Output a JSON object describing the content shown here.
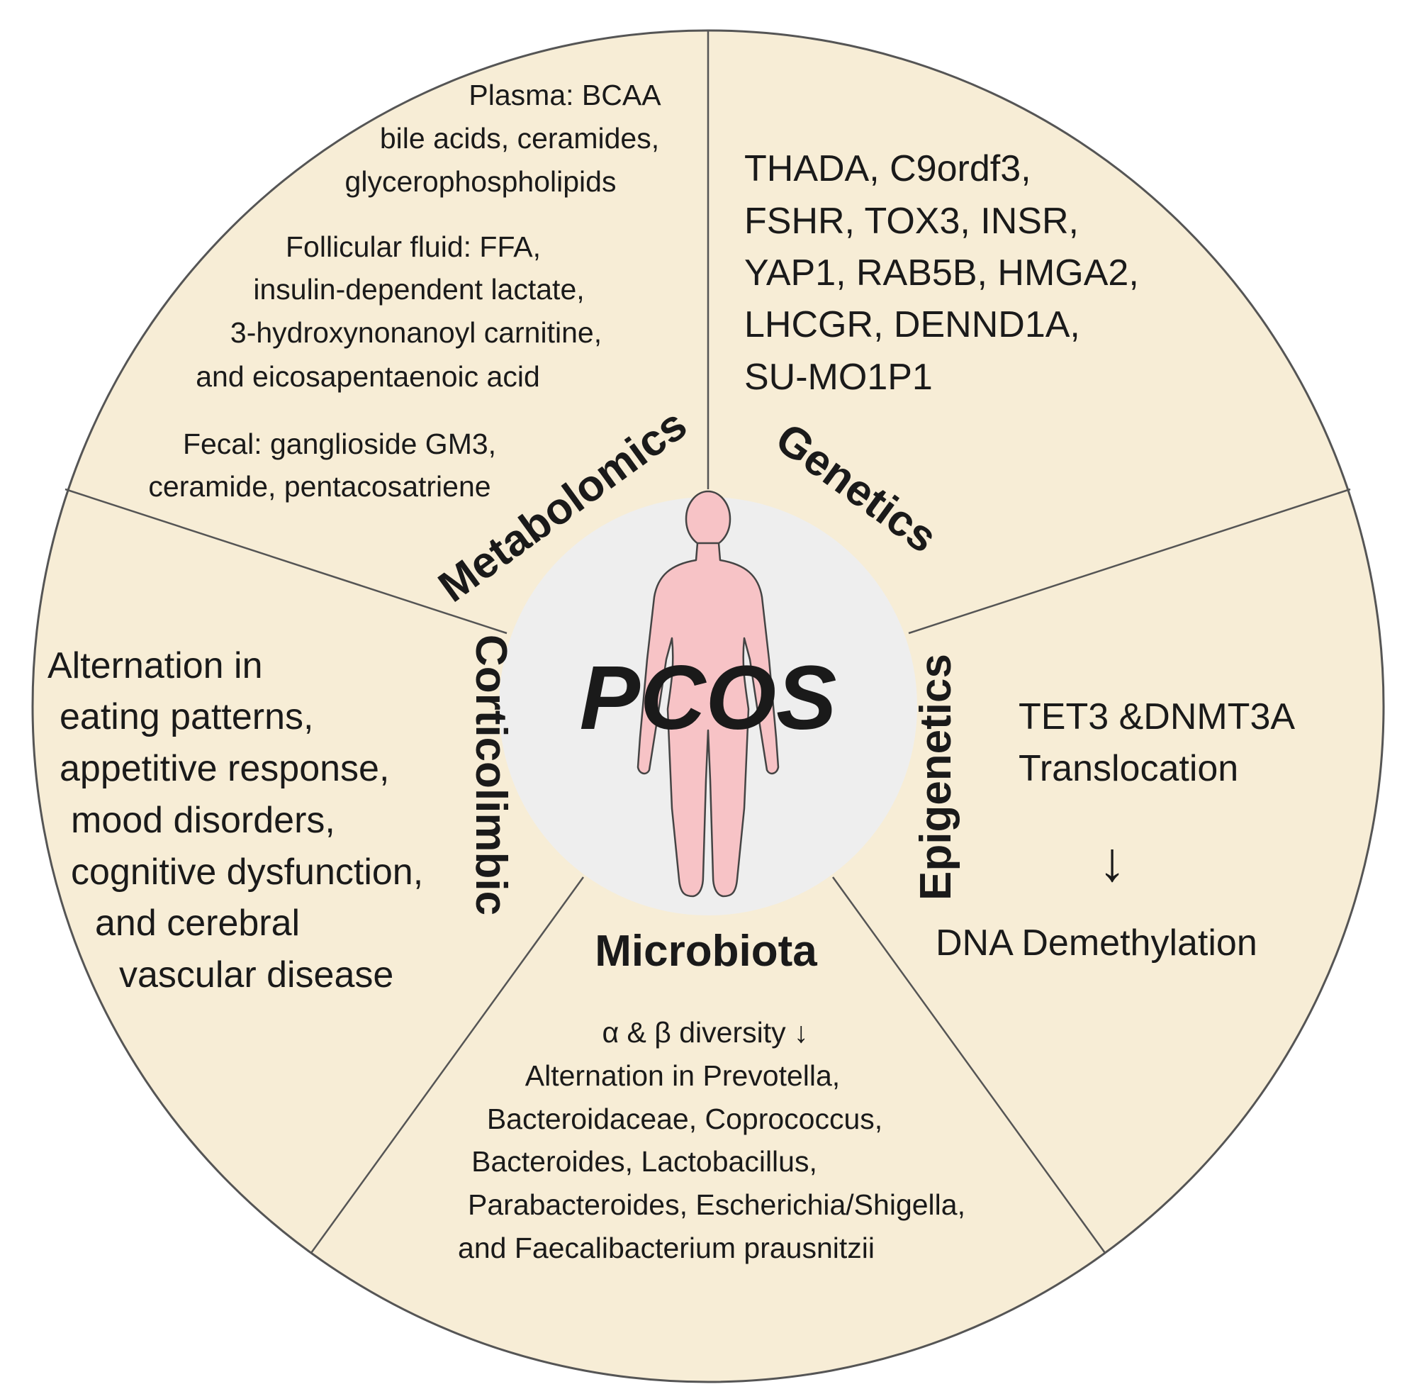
{
  "center": {
    "title": "PCOS"
  },
  "sections": {
    "genetics": {
      "title": "Genetics",
      "lines": [
        "THADA, C9ordf3,",
        "FSHR, TOX3, INSR,",
        "YAP1, RAB5B, HMGA2,",
        "LHCGR, DENND1A,",
        "SU-MO1P1"
      ]
    },
    "metabolomics": {
      "title": "Metabolomics",
      "plasma": [
        "Plasma: BCAA",
        "bile acids, ceramides,",
        "glycerophospholipids"
      ],
      "follicular": [
        "Follicular fluid: FFA,",
        "insulin-dependent lactate,",
        "3-hydroxynonanoyl carnitine,",
        "and eicosapentaenoic acid"
      ],
      "fecal": [
        "Fecal: ganglioside GM3,",
        "ceramide, pentacosatriene"
      ]
    },
    "epigenetics": {
      "title": "Epigenetics",
      "lines": [
        "TET3 &DNMT3A",
        "Translocation"
      ],
      "arrow": "↓",
      "result": "DNA Demethylation"
    },
    "microbiota": {
      "title": "Microbiota",
      "lines": [
        "α & β diversity ↓",
        "Alternation in Prevotella,",
        "Bacteroidaceae, Coprococcus,",
        "Bacteroides, Lactobacillus,",
        "Parabacteroides, Escherichia/Shigella,",
        "and Faecalibacterium prausnitzii"
      ]
    },
    "corticolimbic": {
      "title": "Corticolimbic",
      "lines": [
        "Alternation in",
        "eating patterns,",
        "appetitive response,",
        "mood disorders,",
        "cognitive dysfunction,",
        "and cerebral",
        "vascular disease"
      ]
    }
  },
  "colors": {
    "wedge_fill": "#f7edd6",
    "outline": "#555555",
    "center_fill": "#eeeeee",
    "figure_fill": "#f7c3c6",
    "figure_stroke": "#444444"
  }
}
